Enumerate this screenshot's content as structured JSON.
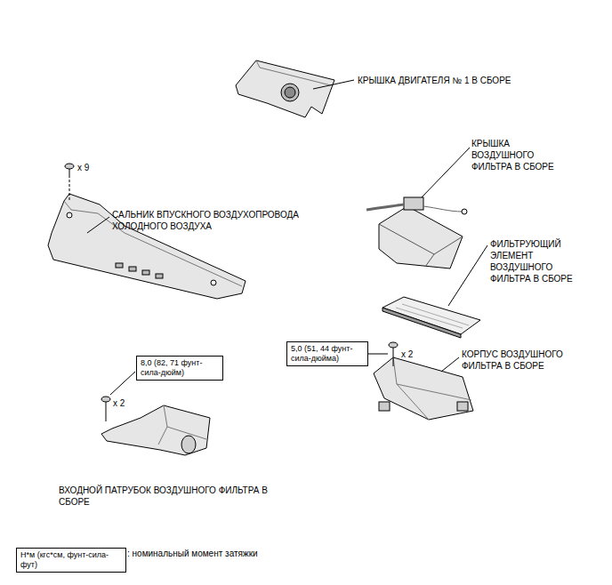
{
  "diagram": {
    "nodes": [
      {
        "text": [
          "8,0 (82, 71 фунт-сила-дюйм)"
        ]
      },
      {
        "text": [
          "5,0 (51, 44 фунт-сила-дюйма)"
        ]
      },
      {
        "text": [
          "Н*м (кгс*см, фунт-сила-фут)"
        ]
      }
    ],
    "labels": [
      "КРЫШКА ДВИГАТЕЛЯ № 1 В СБОРЕ",
      "x 9",
      "САЛЬНИК ВПУСКНОГО ВОЗДУХОПРОВОДА ХОЛОДНОГО ВОЗДУХА",
      "КРЫШКА ВОЗДУШНОГО ФИЛЬТРА В СБОРЕ",
      "ФИЛЬТРУЮЩИЙ ЭЛЕМЕНТ ВОЗДУШНОГО ФИЛЬТРА В СБОРЕ",
      "x 2",
      "КОРПУС ВОЗДУШНОГО ФИЛЬТРА В СБОРЕ",
      "x 2",
      "ВХОДНОЙ ПАТРУБОК ВОЗДУШНОГО ФИЛЬТРА В СБОРЕ",
      ": номинальный момент затяжки"
    ]
  }
}
